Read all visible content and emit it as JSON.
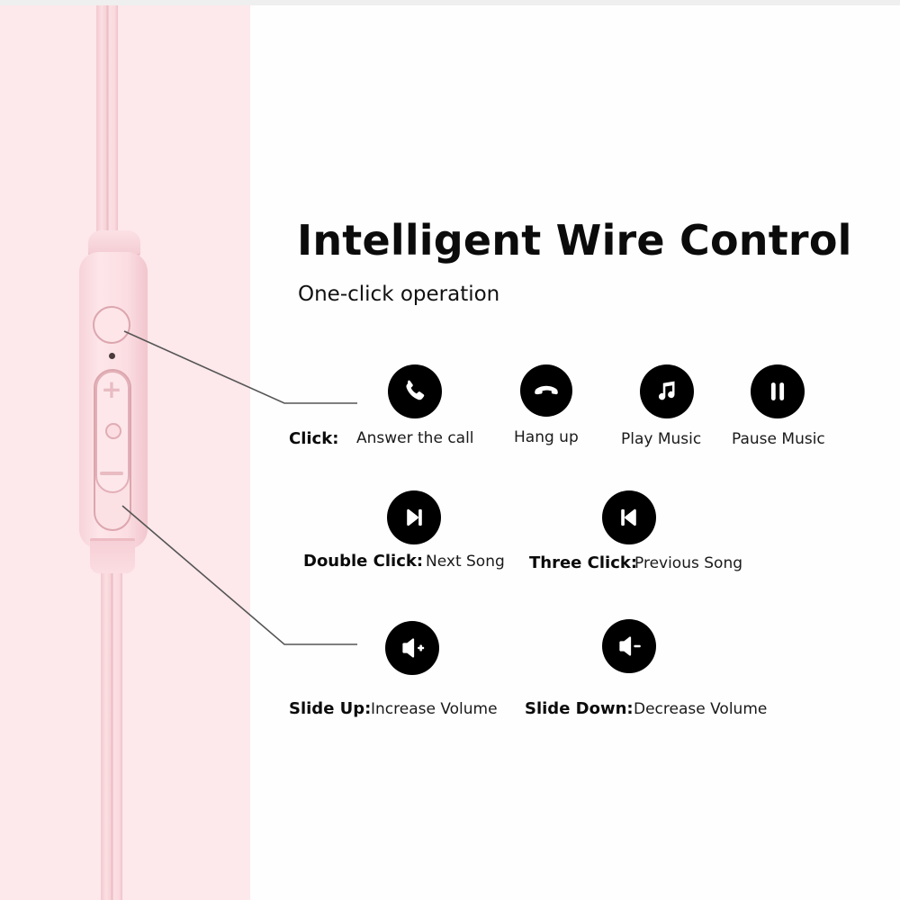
{
  "colors": {
    "pink_panel": "#fde8eb",
    "remote_pink": "#fbdde2",
    "icon_bg": "#000000",
    "text": "#111111",
    "leader_line": "#555555"
  },
  "header": {
    "title": "Intelligent Wire Control",
    "subtitle": "One-click operation"
  },
  "controls": {
    "click": {
      "key": "Click:",
      "actions": [
        {
          "icon": "phone-answer-icon",
          "label": "Answer the call"
        },
        {
          "icon": "phone-hangup-icon",
          "label": "Hang up"
        },
        {
          "icon": "music-note-icon",
          "label": "Play Music"
        },
        {
          "icon": "pause-icon",
          "label": "Pause Music"
        }
      ]
    },
    "double_click": {
      "key": "Double Click:",
      "icon": "next-track-icon",
      "label": "Next Song"
    },
    "three_click": {
      "key": "Three Click:",
      "icon": "previous-track-icon",
      "label": "Previous Song"
    },
    "slide_up": {
      "key": "Slide Up:",
      "icon": "volume-up-icon",
      "label": "Increase Volume"
    },
    "slide_down": {
      "key": "Slide Down:",
      "icon": "volume-down-icon",
      "label": "Decrease Volume"
    }
  }
}
